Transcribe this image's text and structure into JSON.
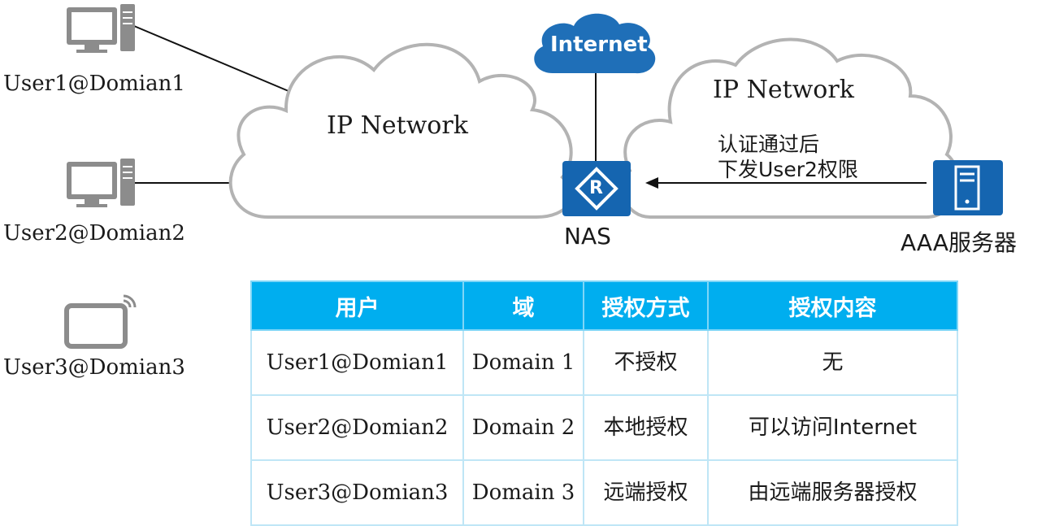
{
  "users": [
    {
      "label": "User1@Domian1"
    },
    {
      "label": "User2@Domian2"
    },
    {
      "label": "User3@Domian3"
    }
  ],
  "clouds": {
    "left_label": "IP Network",
    "right_label": "IP Network",
    "internet_label": "Internet"
  },
  "nodes": {
    "nas_label": "NAS",
    "nas_icon_letter": "R",
    "aaa_label": "AAA服务器"
  },
  "arrow_note": {
    "line1": "认证通过后",
    "line2": "下发User2权限"
  },
  "table": {
    "headers": [
      "用户",
      "域",
      "授权方式",
      "授权内容"
    ],
    "rows": [
      [
        "User1@Domian1",
        "Domain 1",
        "不授权",
        "无"
      ],
      [
        "User2@Domian2",
        "Domain 2",
        "本地授权",
        "可以访问Internet"
      ],
      [
        "User3@Domian3",
        "Domain 3",
        "远端授权",
        "由远端服务器授权"
      ]
    ]
  },
  "colors": {
    "header_bg": "#00aeef",
    "cell_border": "#bfe6f6",
    "internet_cloud": "#1f6fb8",
    "device_blue": "#1565b0",
    "computer_gray": "#8c8c8c",
    "cloud_outline": "#b3b3b3"
  }
}
